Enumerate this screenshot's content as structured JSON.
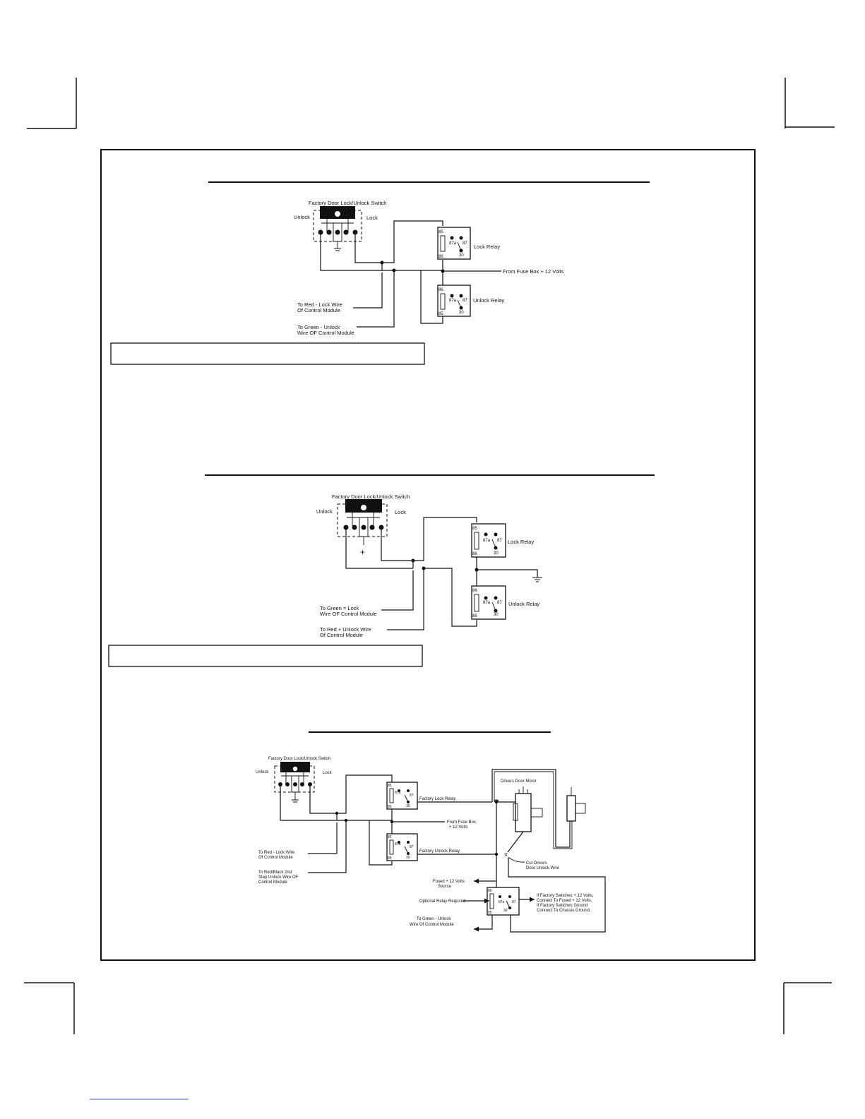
{
  "diagram1": {
    "switch_title": "Factory Door Lock/Unlock Switch",
    "unlock": "Unlock",
    "lock": "Lock",
    "lock_relay": "Lock Relay",
    "unlock_relay": "Unlock Relay",
    "power": "From Fuse Box + 12 Volts",
    "red_line1": "To Red - Lock Wire",
    "red_line2": "Of Control Module",
    "green_line1": "To Green - Unlock",
    "green_line2": "Wire OF Control Module"
  },
  "diagram2": {
    "switch_title": "Factory Door Lock/Unlock Switch",
    "unlock": "Unlock",
    "lock": "Lock",
    "lock_relay": "Lock Relay",
    "unlock_relay": "Unlock Relay",
    "plus": "+",
    "green_line1": "To Green = Lock",
    "green_line2": "Wire OF Control Module",
    "red_line1": "To Red + Unlock Wire",
    "red_line2": "Of Control Module"
  },
  "diagram3": {
    "switch_title": "Factory Door Lock/Unlock Switch",
    "unlock": "Unlock",
    "lock": "Lock",
    "factory_lock_relay": "Factory Lock Relay",
    "factory_unlock_relay": "Factory Unlock Relay",
    "power_line1": "From Fuse Box",
    "power_line2": "+ 12 Volts",
    "motor": "Drivers Door Motor",
    "cut_line1": "Cut Drivers",
    "cut_line2": "Door Unlock Wire",
    "cut_mark": "X",
    "red_line1": "To Red - Lock Wire",
    "red_line2": "Of Control Module",
    "rb_line1": "To Red/Black 2nd",
    "rb_line2": "Step Unlock Wire OF",
    "rb_line3": "Control Module",
    "fused_line1": "Fused + 12 Volts",
    "fused_line2": "Source",
    "optional": "Optional Relay Required",
    "green_line1": "To Green - Unlock",
    "green_line2": "Wire Of Control Module",
    "note_line1": "If Factory Switches + 12 Volts,",
    "note_line2": "Connect To Fused + 12 Volts,",
    "note_line3": "If Factory Switches Ground",
    "note_line4": "Connect To Chassis Ground."
  },
  "relay_terminals": {
    "t85": "85",
    "t86": "86",
    "t87a": "87a",
    "t87": "87",
    "t30": "30"
  }
}
